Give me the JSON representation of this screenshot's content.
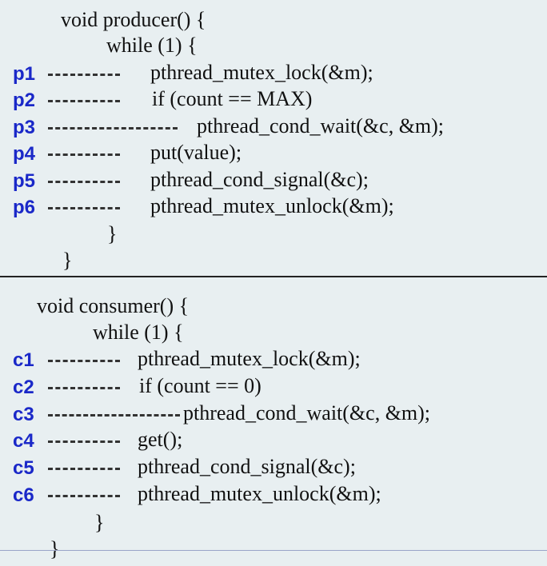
{
  "producer": {
    "header": "void producer() {",
    "while": "while (1) {",
    "lines": [
      {
        "label": "p1",
        "code": "pthread_mutex_lock(&m);"
      },
      {
        "label": "p2",
        "code": "if (count == MAX)"
      },
      {
        "label": "p3",
        "code": "pthread_cond_wait(&c, &m);"
      },
      {
        "label": "p4",
        "code": "put(value);"
      },
      {
        "label": "p5",
        "code": "pthread_cond_signal(&c);"
      },
      {
        "label": "p6",
        "code": "pthread_mutex_unlock(&m);"
      }
    ],
    "close_while": "}",
    "close_func": "}"
  },
  "consumer": {
    "header": "void consumer() {",
    "while": "while (1) {",
    "lines": [
      {
        "label": "c1",
        "code": "pthread_mutex_lock(&m);"
      },
      {
        "label": "c2",
        "code": "if (count == 0)"
      },
      {
        "label": "c3",
        "code": "pthread_cond_wait(&c, &m);"
      },
      {
        "label": "c4",
        "code": "get();"
      },
      {
        "label": "c5",
        "code": "pthread_cond_signal(&c);"
      },
      {
        "label": "c6",
        "code": "pthread_mutex_unlock(&m);"
      }
    ],
    "close_while": "}",
    "close_func": "}"
  },
  "colors": {
    "background": "#e8eff1",
    "label": "#1a28c8",
    "code": "#111111"
  }
}
